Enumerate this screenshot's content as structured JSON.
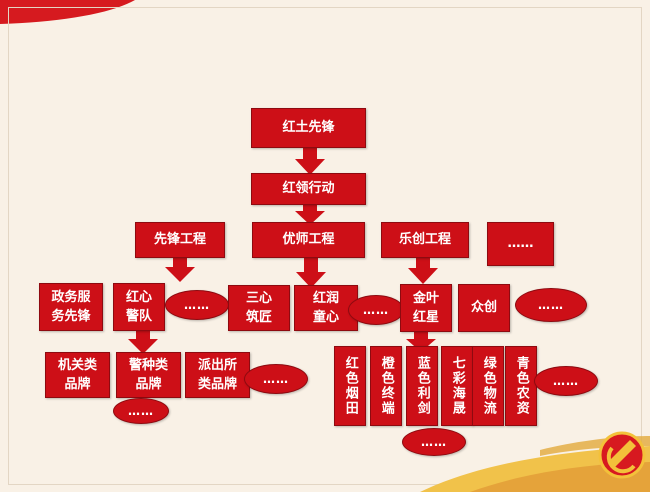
{
  "colors": {
    "node_fill": "#cd0f17",
    "node_text": "#ffffff",
    "background": "#f9f1e6"
  },
  "root": "红土先锋",
  "level2": "红领行动",
  "programs": {
    "xianfeng": "先锋工程",
    "youshi": "优师工程",
    "lechuang": "乐创工程",
    "more": "……"
  },
  "xianfeng_children": {
    "zhengwu": "政务服\n务先锋",
    "hongxin": "红心\n警队",
    "more": "……"
  },
  "youshi_children": {
    "sanxin": "三心\n筑匠",
    "hongrun": "红润\n童心",
    "more": "……"
  },
  "lechuang_children": {
    "jinye": "金叶\n红星",
    "zhongchuang": "众创",
    "more": "……"
  },
  "brands": {
    "jiguan": "机关类\n品牌",
    "jingzhong": "警种类\n品牌",
    "paichusuo": "派出所\n类品牌",
    "more_right": "……",
    "more_below": "……"
  },
  "star_items": [
    "红色烟田",
    "橙色终端",
    "蓝色利剑",
    "七彩海晟",
    "绿色物流",
    "青色农资"
  ],
  "star_more_right": "……",
  "star_more_below": "……"
}
